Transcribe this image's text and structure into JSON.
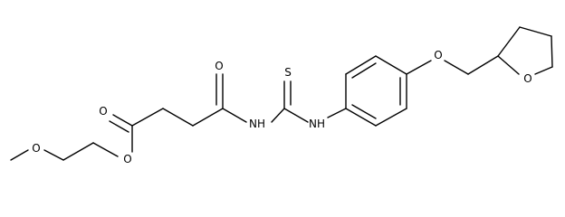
{
  "molecule": {
    "atom_labels": {
      "methoxy_oxygen": "O",
      "ester_oxygen": "O",
      "carbonyl_oxygen_ester": "O",
      "carbonyl_oxygen_amide": "O",
      "imide_nitrogen": "NH",
      "thio_sulfur": "S",
      "aryl_nitrogen": "NH",
      "ether_oxygen": "O",
      "ring_oxygen": "O"
    }
  },
  "colors": {
    "bond": "#000000",
    "text": "#000000",
    "background": "#ffffff"
  }
}
